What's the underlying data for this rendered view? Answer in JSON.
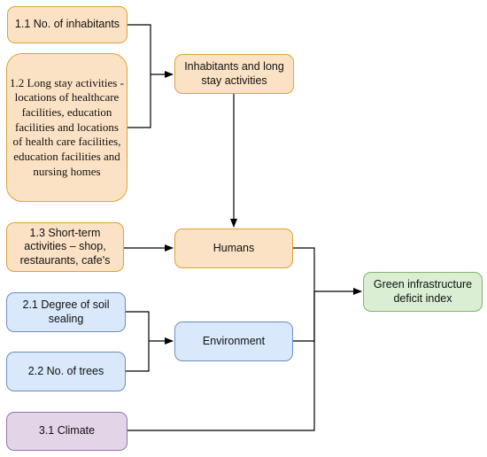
{
  "nodes": {
    "inhabitants": "1.1 No. of inhabitants",
    "long_stay": "1.2 Long stay activities - locations of healthcare facilities, education facilities and locations of health care facilities, education facilities and nursing homes",
    "inhabitants_long_stay": "Inhabitants and long stay activities",
    "short_term": "1.3 Short-term activities – shop, restaurants, cafe's",
    "humans": "Humans",
    "soil_sealing": "2.1 Degree of soil sealing",
    "trees": "2.2 No. of trees",
    "environment": "Environment",
    "climate": "3.1 Climate",
    "green_index": "Green infrastructure deficit index"
  },
  "colors": {
    "orange_fill": "#fce2c5",
    "orange_border": "#d7a534",
    "blue_fill": "#d9e8fa",
    "blue_border": "#6c8ebf",
    "green_fill": "#d9eed3",
    "green_border": "#82b366",
    "purple_fill": "#e4d4e8",
    "purple_border": "#9673a6"
  }
}
